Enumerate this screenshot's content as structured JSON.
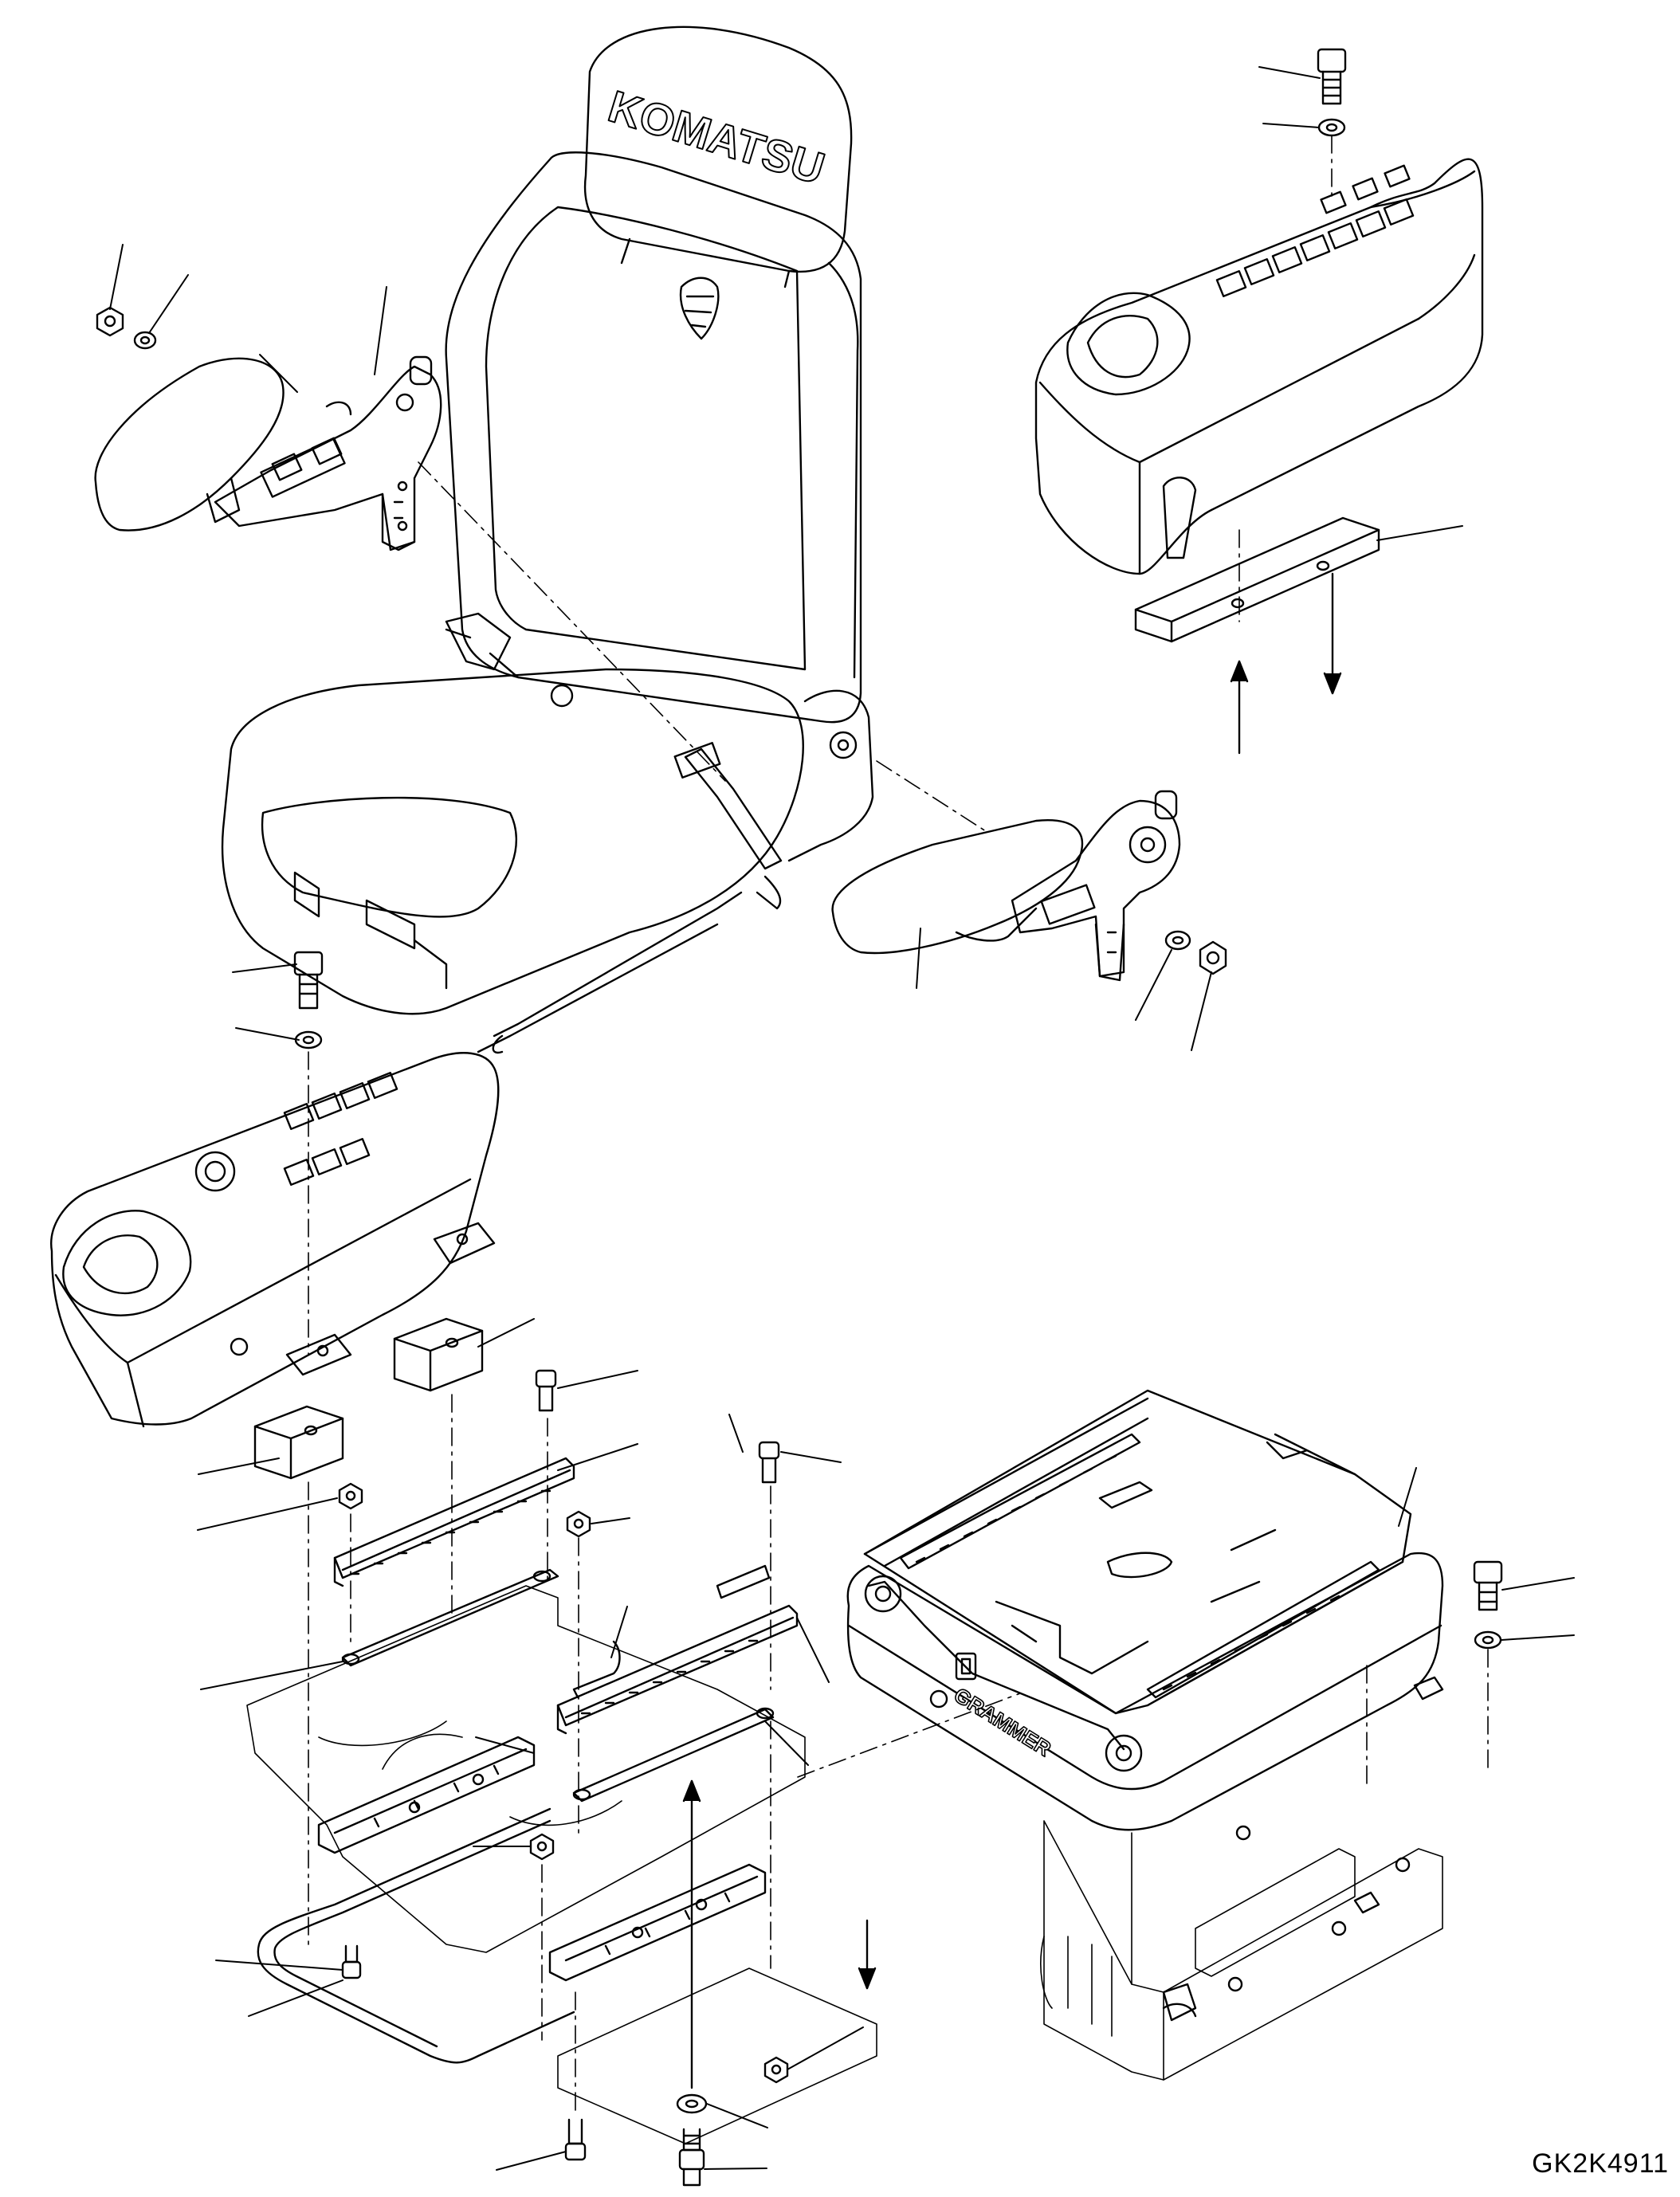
{
  "drawing_code": "GK2K4911",
  "seat_brand": "KOMATSU",
  "suspension_brand": "GRAMMER",
  "stroke_color": "#000000",
  "background_color": "#ffffff"
}
